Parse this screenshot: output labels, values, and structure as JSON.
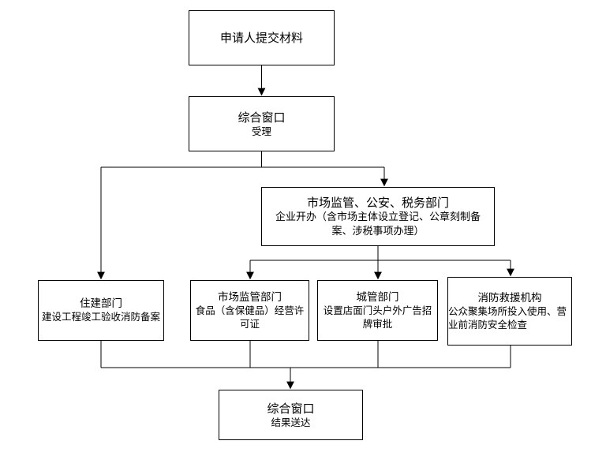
{
  "diagram": {
    "type": "flowchart",
    "orientation": "top-to-bottom",
    "line_color": "#000000",
    "box_fill": "#ffffff",
    "box_border": "#000000",
    "nodes": [
      {
        "id": "submit",
        "title": "申请人提交材料",
        "body": ""
      },
      {
        "id": "accept",
        "title": "综合窗口",
        "body": "受理"
      },
      {
        "id": "startup",
        "title": "市场监管、公安、税务部门",
        "body": "企业开办（含市场主体设立登记、公章刻制备案、涉税事项办理）"
      },
      {
        "id": "housing",
        "title": "住建部门",
        "body": "建设工程竣工验收消防备案"
      },
      {
        "id": "market",
        "title": "市场监管部门",
        "body": "食品（含保健品）经营许可证"
      },
      {
        "id": "urban",
        "title": "城管部门",
        "body": "设置店面门头户外广告招牌审批"
      },
      {
        "id": "fire",
        "title": "消防救援机构",
        "body": "公众聚集场所投入使用、营业前消防安全检查"
      },
      {
        "id": "deliver",
        "title": "综合窗口",
        "body": "结果送达"
      }
    ],
    "edges": [
      {
        "from": "submit",
        "to": "accept"
      },
      {
        "from": "accept",
        "to": "housing"
      },
      {
        "from": "accept",
        "to": "startup"
      },
      {
        "from": "startup",
        "to": "market"
      },
      {
        "from": "startup",
        "to": "urban"
      },
      {
        "from": "startup",
        "to": "fire"
      },
      {
        "from": "housing",
        "to": "deliver"
      },
      {
        "from": "market",
        "to": "deliver"
      },
      {
        "from": "urban",
        "to": "deliver"
      },
      {
        "from": "fire",
        "to": "deliver"
      }
    ]
  }
}
